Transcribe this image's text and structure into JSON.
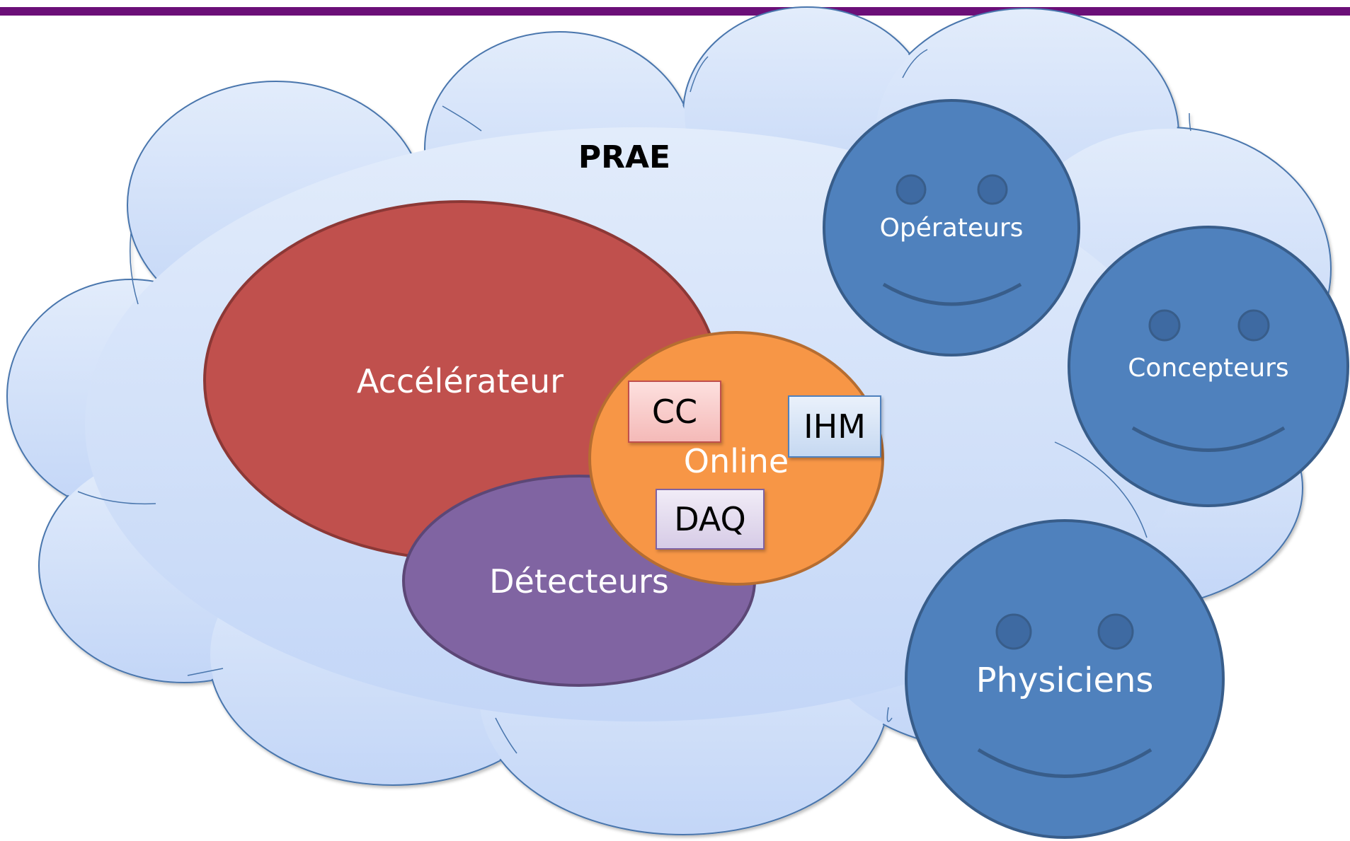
{
  "title": "PRAE",
  "colors": {
    "header_bar": "#6b0f78",
    "cloud_fill_top": "#e2ecfb",
    "cloud_fill_bottom": "#c3d6f7",
    "cloud_stroke": "#4a76ad",
    "accelerateur": "#c0504d",
    "detecteurs": "#8064a2",
    "online": "#f79646",
    "smiley": "#4f81bd",
    "smiley_stroke": "#385d8a"
  },
  "domains": {
    "accelerateur": "Accélérateur",
    "detecteurs": "Détecteurs",
    "online": "Online"
  },
  "modules": {
    "cc": "CC",
    "ihm": "IHM",
    "daq": "DAQ"
  },
  "users": {
    "operateurs": "Opérateurs",
    "concepteurs": "Concepteurs",
    "physiciens": "Physiciens"
  }
}
